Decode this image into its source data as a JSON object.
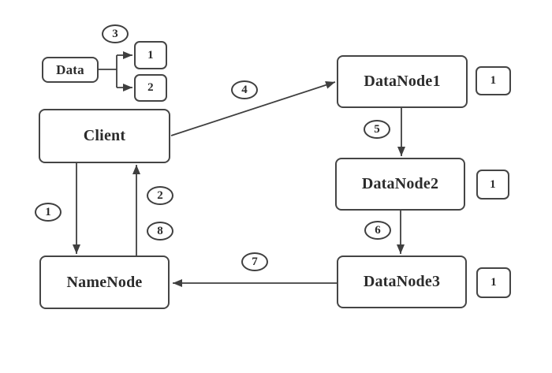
{
  "diagram": {
    "background_color": "#ffffff",
    "stroke_color": "#3f3f3f",
    "text_color": "#2b2b2b",
    "nodes": {
      "data": {
        "label": "Data"
      },
      "block1": {
        "label": "1"
      },
      "block2": {
        "label": "2"
      },
      "client": {
        "label": "Client"
      },
      "namenode": {
        "label": "NameNode"
      },
      "datanode1": {
        "label": "DataNode1"
      },
      "datanode2": {
        "label": "DataNode2"
      },
      "datanode3": {
        "label": "DataNode3"
      },
      "replica1": {
        "label": "1"
      },
      "replica2": {
        "label": "1"
      },
      "replica3": {
        "label": "1"
      }
    },
    "steps": {
      "s1": "1",
      "s2": "2",
      "s3": "3",
      "s4": "4",
      "s5": "5",
      "s6": "6",
      "s7": "7",
      "s8": "8"
    }
  }
}
